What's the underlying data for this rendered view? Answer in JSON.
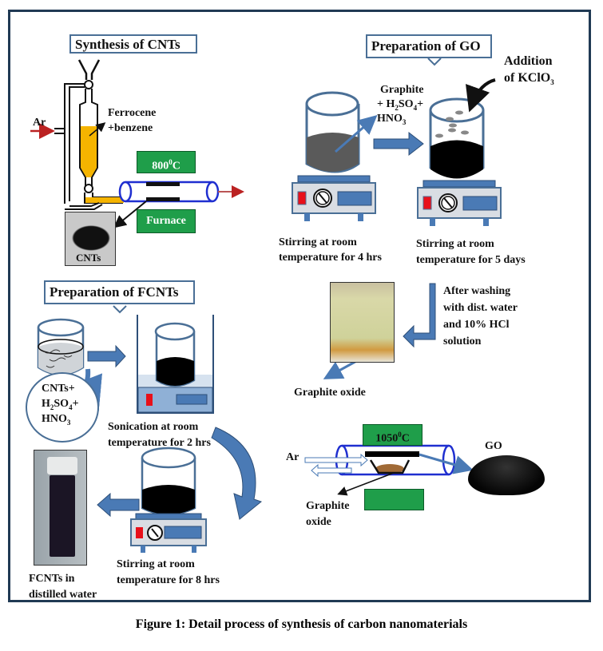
{
  "figure": {
    "caption": "Figure 1: Detail process of synthesis of carbon nanomaterials"
  },
  "cnt_synthesis": {
    "title": "Synthesis of CNTs",
    "gas_label": "Ar",
    "precursor_label_1": "Ferrocene",
    "precursor_label_2": "+benzene",
    "temperature": "800",
    "temperature_unit": "C",
    "temperature_sup": "0",
    "furnace_label": "Furnace",
    "product_label": "CNTs"
  },
  "go_preparation": {
    "title": "Preparation of GO",
    "reagents_line1": "Graphite",
    "reagents_line2": "+ H",
    "reagents_line3": "HNO",
    "addition_line1": "Addition",
    "addition_line2": "of  KClO",
    "step1_line1": "Stirring  at room",
    "step1_line2": "temperature for 4 hrs",
    "step2_line1": "Stirring  at room",
    "step2_line2": "temperature for 5 days",
    "wash_line1": "After    washing",
    "wash_line2": "with dist. water",
    "wash_line3": "and  10%  HCl",
    "wash_line4": "solution",
    "graphite_oxide_label": "Graphite oxide",
    "gas_label": "Ar",
    "temperature": "1050",
    "temperature_sup": "0",
    "temperature_unit": "C",
    "furnace_sample_line1": "Graphite",
    "furnace_sample_line2": "oxide",
    "product_label": "GO"
  },
  "fcnt_preparation": {
    "title": "Preparation of  FCNTs",
    "reagents_line1": "CNTs+",
    "reagents_line2": "H",
    "reagents_line3": "HNO",
    "sonication_line1": "Sonication at room",
    "sonication_line2": "temperature for 2 hrs",
    "stirring_line1": "Stirring  at room",
    "stirring_line2": "temperature for 8 hrs",
    "product_line1": "FCNTs in",
    "product_line2": "distilled water"
  },
  "colors": {
    "frame": "#203a54",
    "accent_blue": "#4a7ab5",
    "furnace_green": "#1f9e4a",
    "precursor_yellow": "#f5b400",
    "indicator_red": "#e8101a"
  }
}
